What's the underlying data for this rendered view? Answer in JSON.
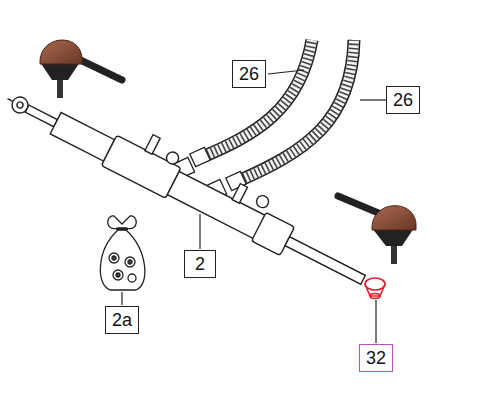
{
  "diagram": {
    "nodes": [
      {
        "text": [
          "26"
        ]
      },
      {
        "text": [
          "26"
        ]
      },
      {
        "text": [
          "2"
        ]
      },
      {
        "text": [
          "2a"
        ]
      },
      {
        "text": [
          "32"
        ]
      }
    ]
  }
}
